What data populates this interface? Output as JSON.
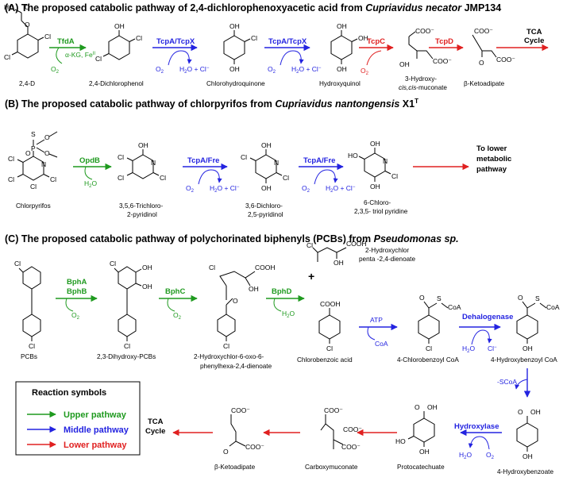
{
  "colors": {
    "upper": "#1f9a1f",
    "middle": "#2323e0",
    "lower": "#e02020",
    "text": "#000000"
  },
  "panelA": {
    "title": "(A)  The proposed catabolic pathway of 2,4-dichlorophenoxyacetic acid from ",
    "title_species": "Cupriavidus necator",
    "title_strain": " JMP134",
    "compounds": [
      "2,4-D",
      "2,4-Dichlorophenol",
      "Chlorohydroquinone",
      "Hydroxyquinol",
      "3-Hydroxy-",
      "cis,cis",
      "-muconate",
      "β-Ketoadipate"
    ],
    "enzymes": [
      "TfdA",
      "TcpA/TcpX",
      "TcpA/TcpX",
      "TcpC",
      "TcpD"
    ],
    "cofactors": [
      "α-KG, Fe",
      "II",
      "O",
      "2",
      "H",
      "2",
      "O + Cl",
      "−"
    ],
    "end": [
      "TCA",
      "Cycle"
    ]
  },
  "panelB": {
    "title": "(B)  The proposed catabolic pathway of chlorpyrifos from ",
    "title_species": "Cupriavidus nantongensis",
    "title_strain": " X1",
    "title_sup": "T",
    "compounds": [
      "Chlorpyrifos",
      "3,5,6-Trichloro-",
      "2-pyridinol",
      "3,6-Dichloro-",
      "2,5-pyridinol",
      "6-Chloro-",
      "2,3,5- triol pyridine"
    ],
    "enzymes": [
      "OpdB",
      "TcpA/Fre",
      "TcpA/Fre"
    ],
    "end": [
      "To lower",
      "metabolic",
      "pathway"
    ]
  },
  "panelC": {
    "title": "(C)  The proposed catabolic pathway of polychorinated biphenyls (PCBs) from ",
    "title_species": "Pseudomonas sp.",
    "compounds": [
      "PCBs",
      "2,3-Dihydroxy-PCBs",
      "2-Hydroxychlor-6-oxo-6-",
      "phenylhexa-2,4-dienoate",
      "2-Hydroxychlor",
      "penta -2,4-dienoate",
      "Chlorobenzoic acid",
      "4-Chlorobenzoyl CoA",
      "4-Hydroxybenzoyl CoA",
      "4-Hydroxybenzoate",
      "Protocatechuate",
      "Carboxymuconate",
      "β-Ketoadipate"
    ],
    "enzymes": [
      "BphA",
      "BphB",
      "BphC",
      "BphD",
      "Dehalogenase",
      "Hydroxylase"
    ],
    "cofactors": [
      "ATP",
      "CoA",
      "-SCoA",
      "Cl",
      "−"
    ],
    "end": [
      "TCA",
      "Cycle"
    ]
  },
  "legend": {
    "title": "Reaction symbols",
    "items": [
      {
        "label": "Upper pathway",
        "color": "#1f9a1f"
      },
      {
        "label": "Middle pathway",
        "color": "#2323e0"
      },
      {
        "label": "Lower pathway",
        "color": "#e02020"
      }
    ]
  }
}
